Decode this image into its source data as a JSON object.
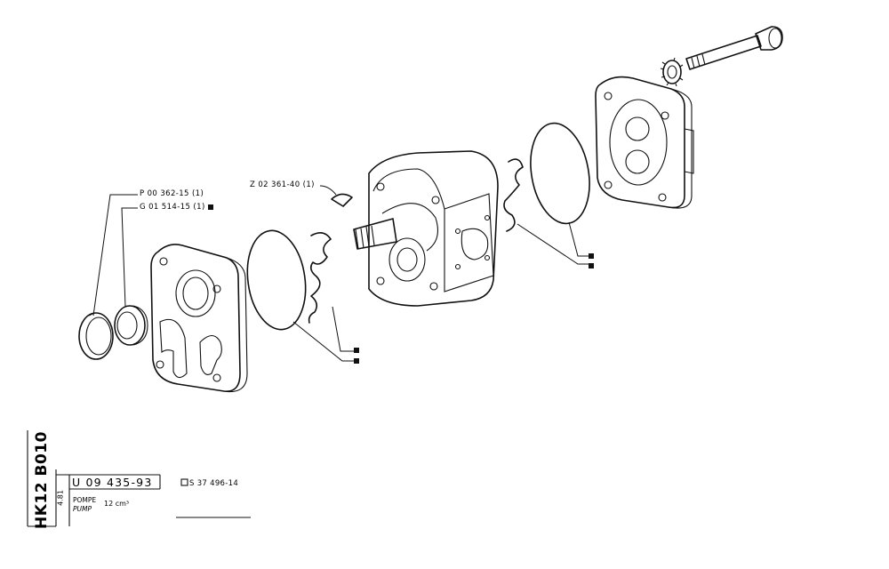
{
  "labels": {
    "retaining_ring": "P 00 362-15 (1)",
    "shaft_seal": "G 01 514-15 (1)",
    "key": "Z 02 361-40 (1)"
  },
  "title_block": {
    "sheet_code": "HK12 B010",
    "date": "4.81",
    "part_number": "U 09 435-93",
    "alt_number": "S 37 496-14",
    "name_fr": "POMPE",
    "name_en": "PUMP",
    "capacity": "12 cm³"
  }
}
